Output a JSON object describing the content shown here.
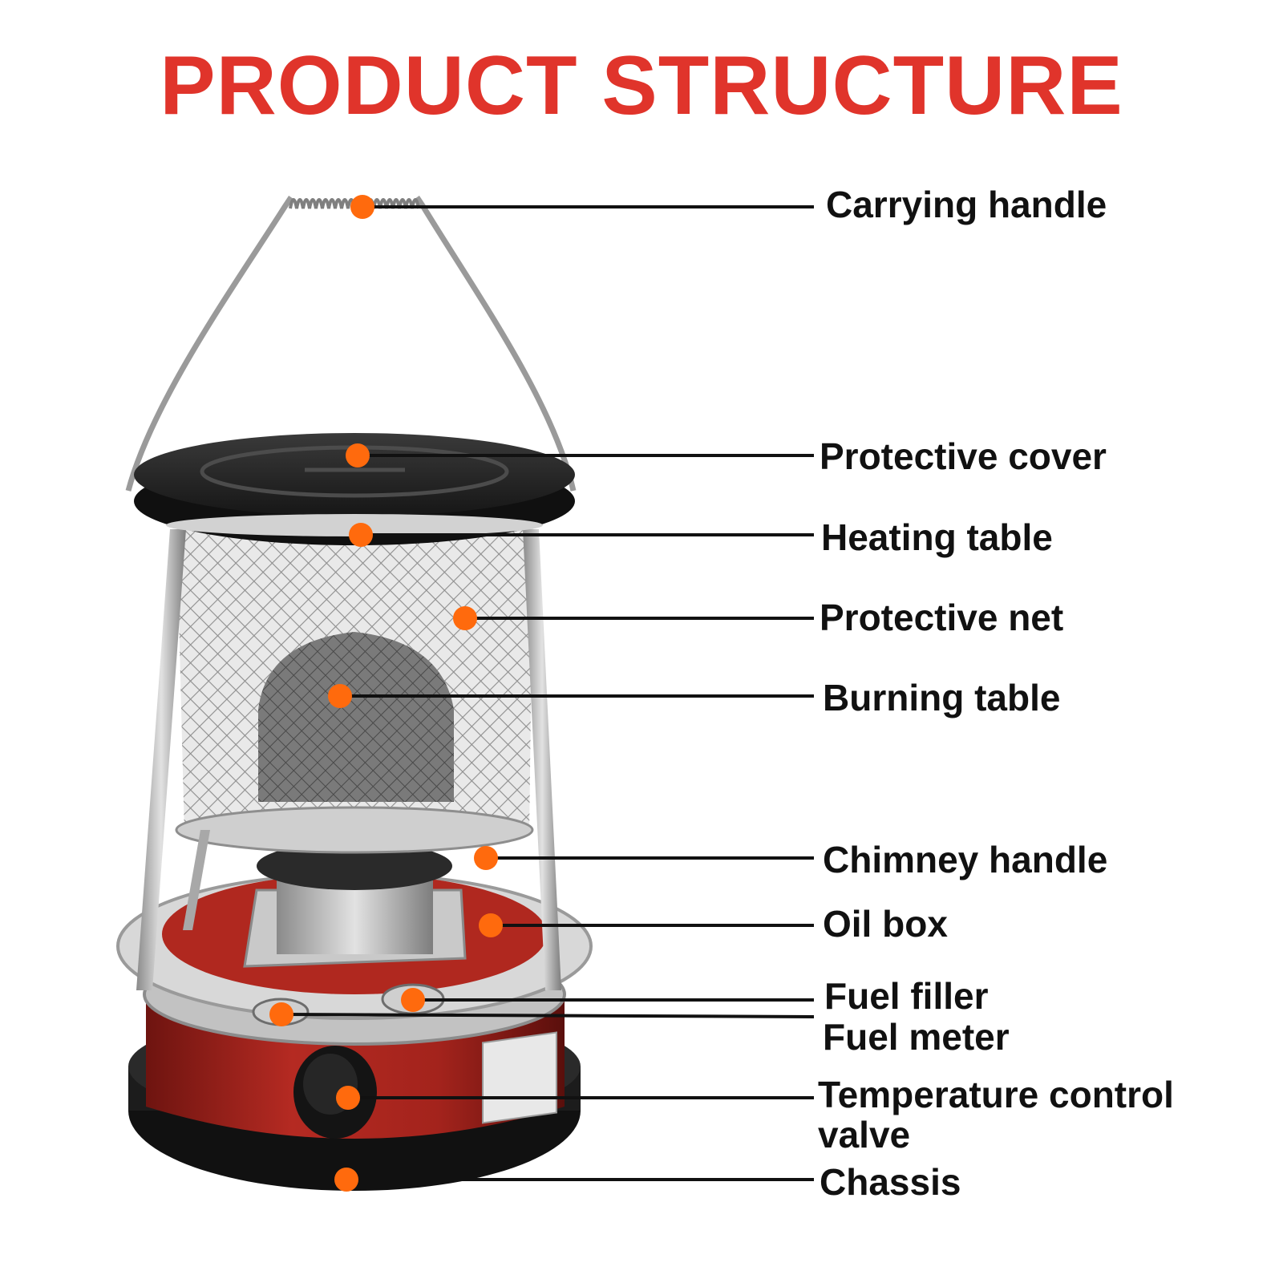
{
  "title": "PRODUCT STRUCTURE",
  "colors": {
    "title": "#e0342b",
    "marker": "#ff6a0d",
    "leader_line": "#111111",
    "oil_box": "#a3231c",
    "chassis": "#1c1c1c",
    "cover": "#262626",
    "metal": "#b7b7b7"
  },
  "callouts": [
    {
      "id": "carrying-handle",
      "label": "Carrying handle"
    },
    {
      "id": "protective-cover",
      "label": "Protective cover"
    },
    {
      "id": "heating-table",
      "label": "Heating table"
    },
    {
      "id": "protective-net",
      "label": "Protective net"
    },
    {
      "id": "burning-table",
      "label": "Burning table"
    },
    {
      "id": "chimney-handle",
      "label": "Chimney handle"
    },
    {
      "id": "oil-box",
      "label": "Oil box"
    },
    {
      "id": "fuel-filler",
      "label": "Fuel filler"
    },
    {
      "id": "fuel-meter",
      "label": "Fuel meter"
    },
    {
      "id": "temperature-control-valve",
      "label": "Temperature control valve"
    },
    {
      "id": "chassis",
      "label": "Chassis"
    }
  ]
}
